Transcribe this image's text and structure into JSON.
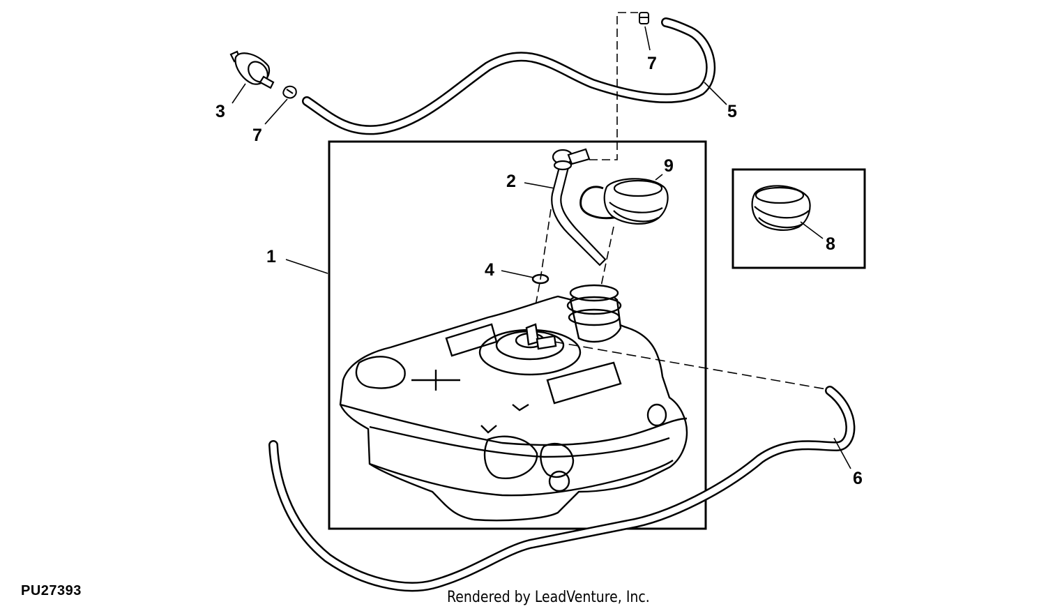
{
  "figure": {
    "id": "PU27393",
    "credit": "Rendered by LeadVenture, Inc."
  },
  "callouts": {
    "c1": "1",
    "c2": "2",
    "c3": "3",
    "c4": "4",
    "c5": "5",
    "c6": "6",
    "c7a": "7",
    "c7b": "7",
    "c8": "8",
    "c9": "9"
  },
  "colors": {
    "line": "#000000",
    "background": "#ffffff"
  }
}
